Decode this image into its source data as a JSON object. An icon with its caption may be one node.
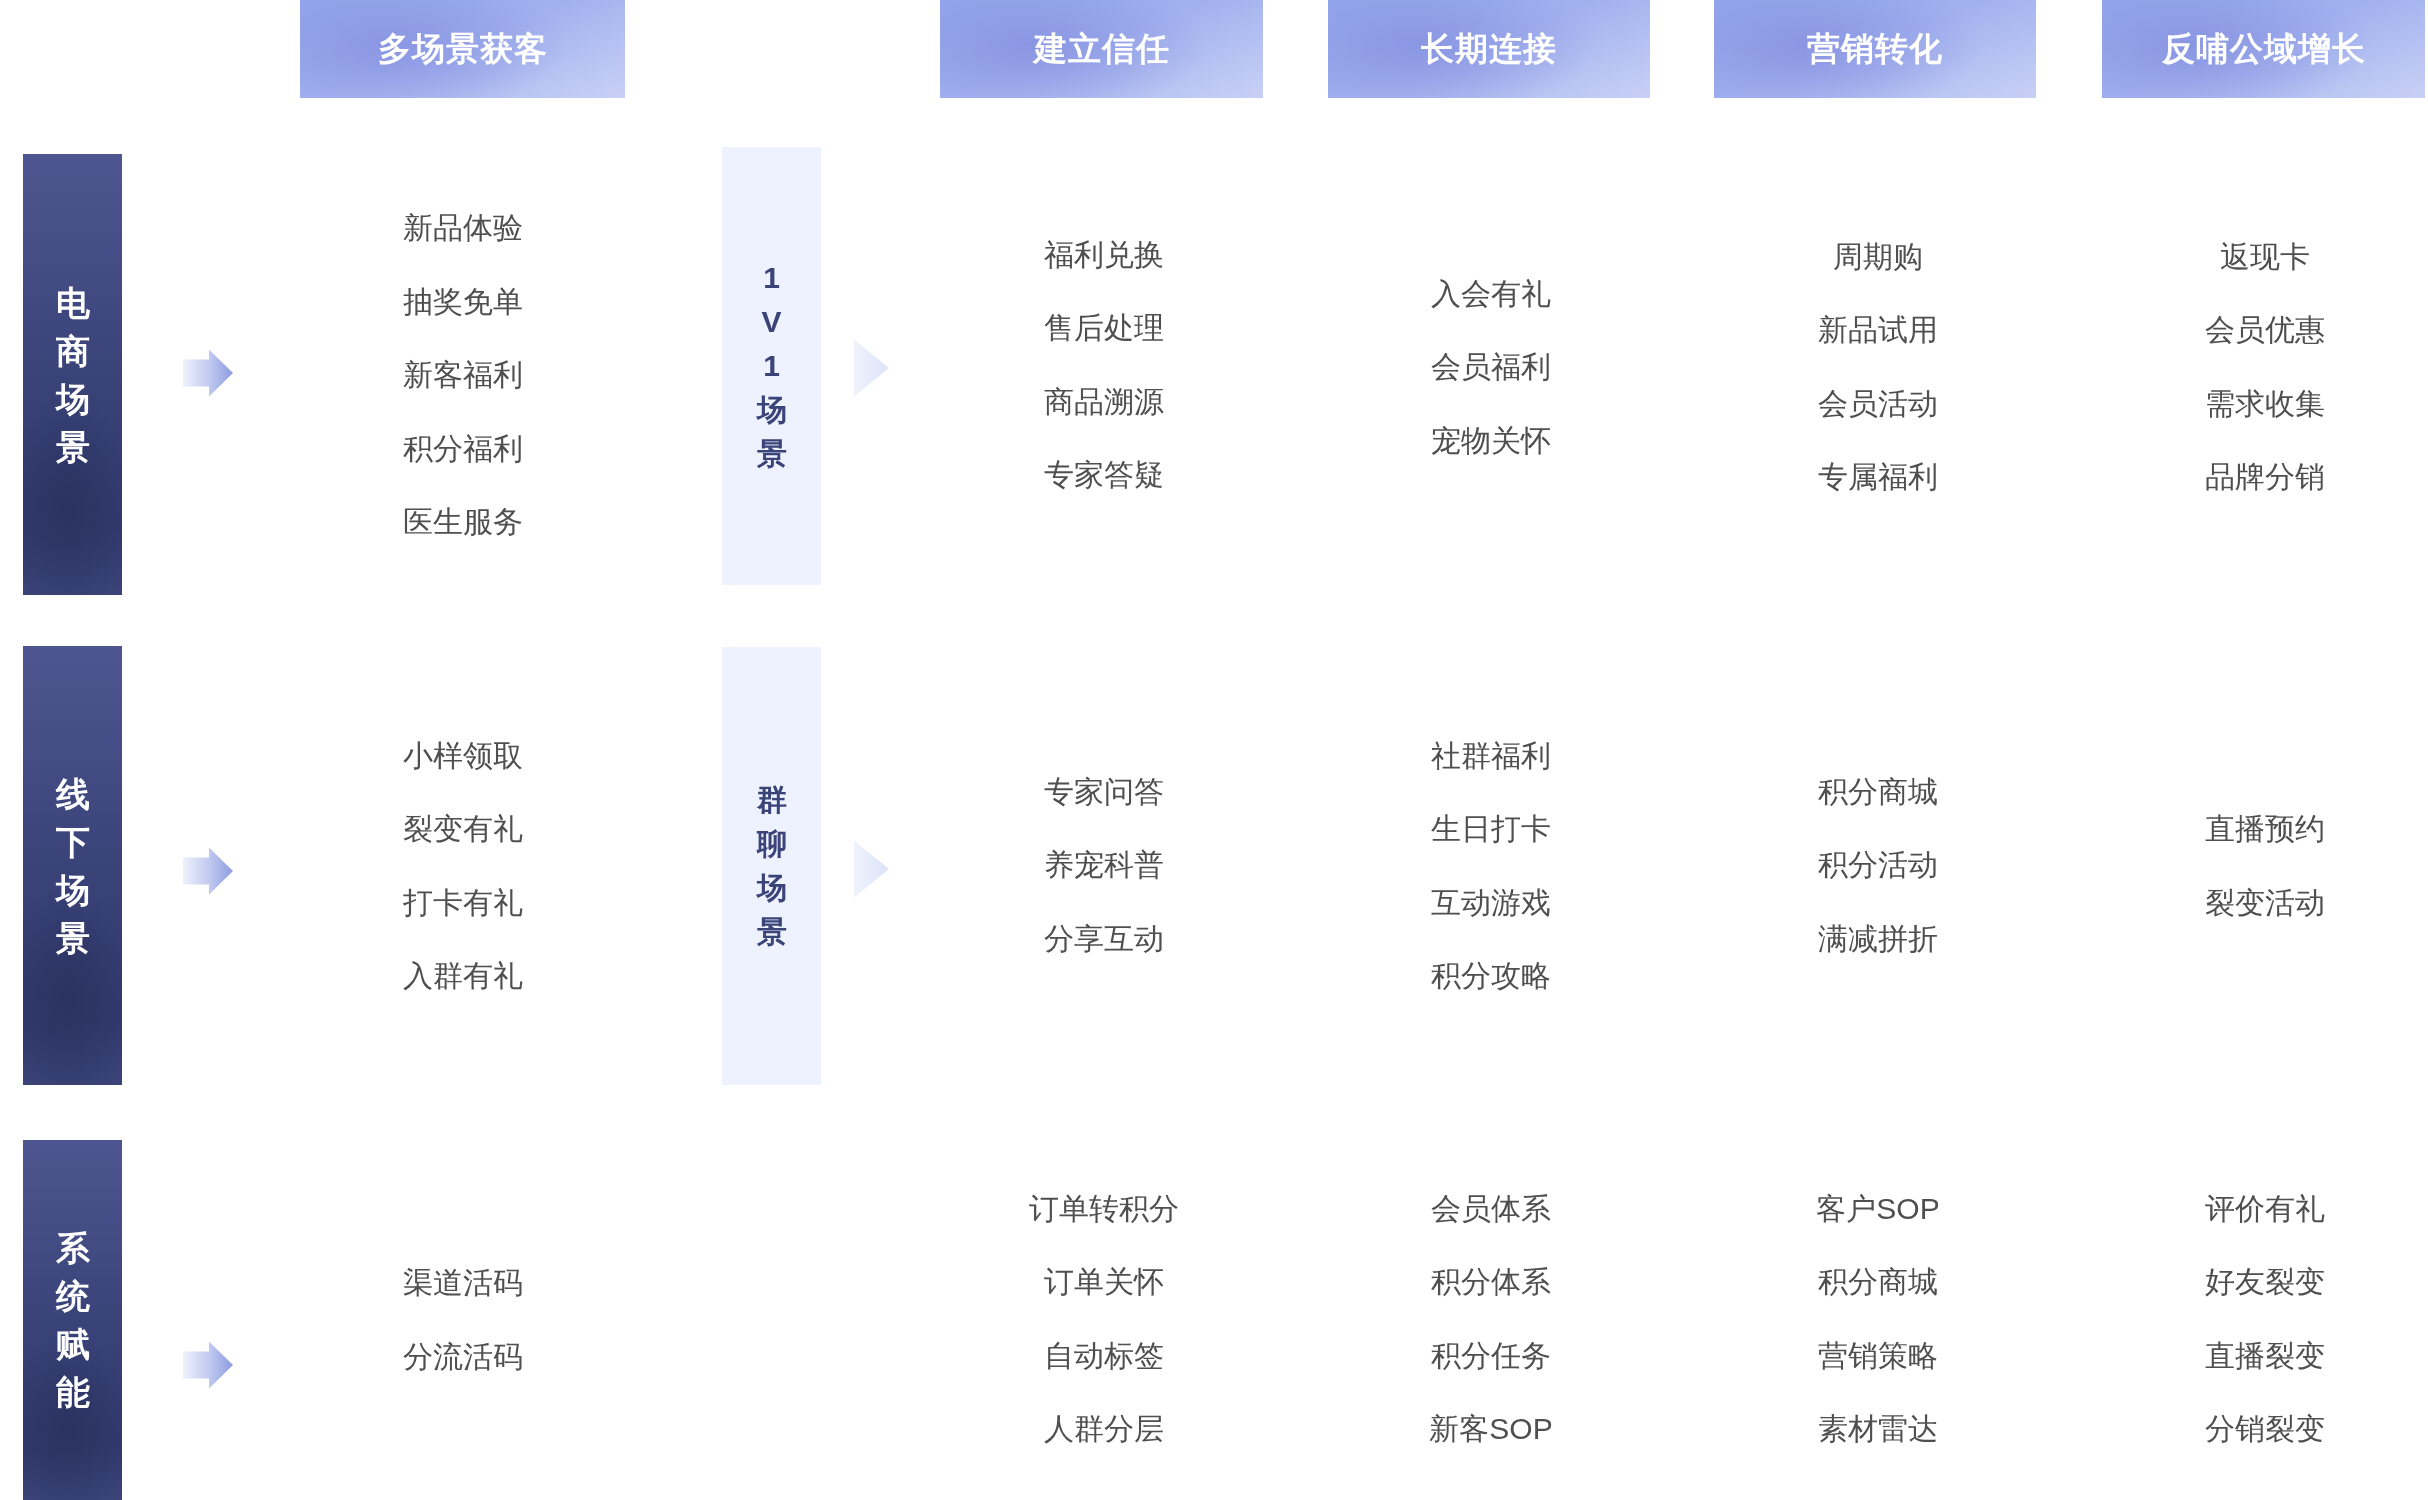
{
  "diagram": {
    "nodes": [
      {
        "text": [
          "多场景获客"
        ]
      },
      {
        "text": [
          "建立信任"
        ]
      },
      {
        "text": [
          "长期连接"
        ]
      },
      {
        "text": [
          "营销转化"
        ]
      },
      {
        "text": [
          "反哺公域增长"
        ]
      },
      {
        "text": [
          "电商场景"
        ]
      },
      {
        "text": [
          "1V1场景"
        ]
      },
      {
        "text": [
          "线下场景"
        ]
      },
      {
        "text": [
          "群聊场景"
        ]
      },
      {
        "text": [
          "系统赋能"
        ]
      }
    ],
    "labels": [
      "新品体验",
      "抽奖免单",
      "新客福利",
      "积分福利",
      "医生服务",
      "福利兑换",
      "售后处理",
      "商品溯源",
      "专家答疑",
      "入会有礼",
      "会员福利",
      "宠物关怀",
      "周期购",
      "新品试用",
      "会员活动",
      "专属福利",
      "返现卡",
      "会员优惠",
      "需求收集",
      "品牌分销",
      "小样领取",
      "裂变有礼",
      "打卡有礼",
      "入群有礼",
      "专家问答",
      "养宠科普",
      "分享互动",
      "社群福利",
      "生日打卡",
      "互动游戏",
      "积分攻略",
      "积分商城",
      "积分活动",
      "满减拼折",
      "直播预约",
      "裂变活动",
      "渠道活码",
      "分流活码",
      "订单转积分",
      "订单关怀",
      "自动标签",
      "人群分层",
      "会员体系",
      "积分体系",
      "积分任务",
      "新客SOP",
      "客户SOP",
      "积分商城",
      "营销策略",
      "素材雷达",
      "评价有礼",
      "好友裂变",
      "直播裂变",
      "分销裂变"
    ]
  }
}
